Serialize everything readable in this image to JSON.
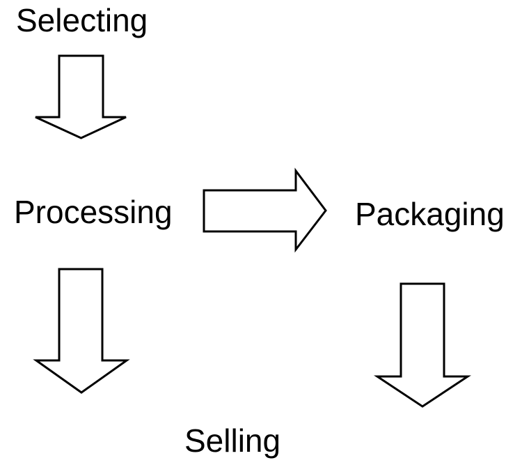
{
  "diagram": {
    "type": "flowchart",
    "background_color": "#ffffff",
    "text_color": "#000000",
    "arrow_fill": "#ffffff",
    "arrow_stroke": "#000000",
    "nodes": [
      {
        "id": "selecting",
        "label": "Selecting"
      },
      {
        "id": "processing",
        "label": "Processing"
      },
      {
        "id": "packaging",
        "label": "Packaging"
      },
      {
        "id": "selling",
        "label": "Selling"
      }
    ],
    "arrows": [
      {
        "name": "selecting-to-processing",
        "direction": "down"
      },
      {
        "name": "processing-to-packaging",
        "direction": "right"
      },
      {
        "name": "processing-to-selling",
        "direction": "down"
      },
      {
        "name": "packaging-to-selling",
        "direction": "down"
      }
    ]
  }
}
